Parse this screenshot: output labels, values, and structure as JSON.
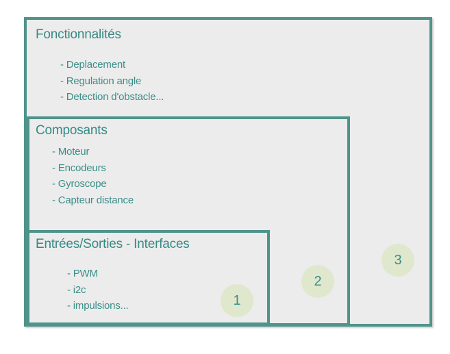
{
  "colors": {
    "border_teal": "#4f938b",
    "text_teal": "#358a84",
    "box_background": "#ececec",
    "badge_background": "#dfe8cd",
    "page_background": "#ffffff"
  },
  "boxes": [
    {
      "title": "Fonctionnalités",
      "items": [
        "- Deplacement",
        "- Regulation angle",
        "- Detection d'obstacle..."
      ],
      "badge": "3"
    },
    {
      "title": "Composants",
      "items": [
        "- Moteur",
        "- Encodeurs",
        "- Gyroscope",
        "- Capteur distance"
      ],
      "badge": "2"
    },
    {
      "title": "Entrées/Sorties - Interfaces",
      "items": [
        "- PWM",
        "- i2c",
        "- impulsions..."
      ],
      "badge": "1"
    }
  ]
}
